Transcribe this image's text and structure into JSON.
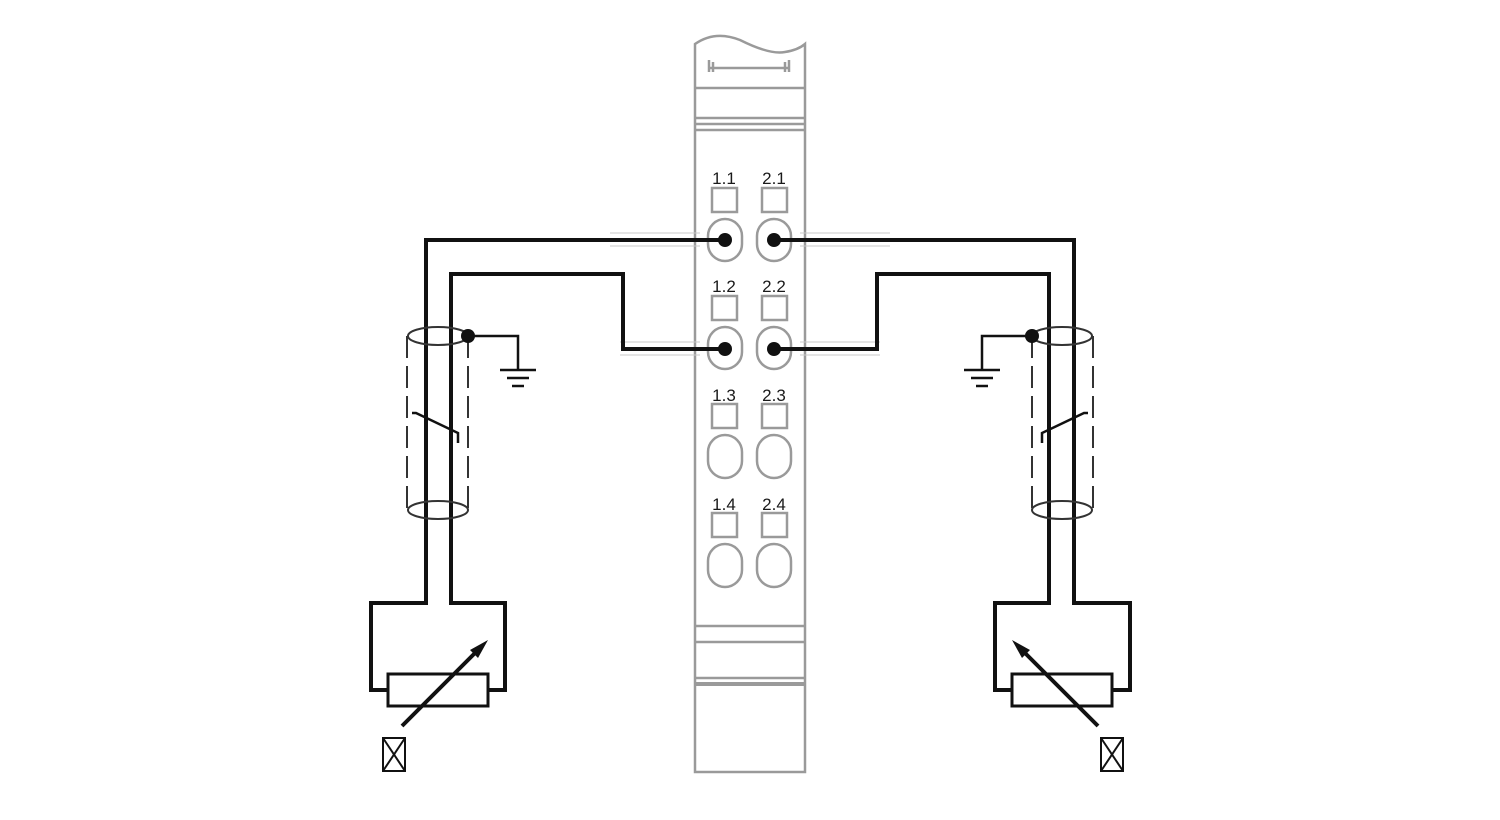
{
  "terminals": {
    "col1": [
      "1.1",
      "1.2",
      "1.3",
      "1.4"
    ],
    "col2": [
      "2.1",
      "2.2",
      "2.3",
      "2.4"
    ]
  },
  "colors": {
    "module_outline": "#9a9a9a",
    "wire": "#111111"
  },
  "icons": [
    "ground-icon",
    "rtd-sensor-icon",
    "temperature-element-icon",
    "shielded-cable-icon"
  ]
}
